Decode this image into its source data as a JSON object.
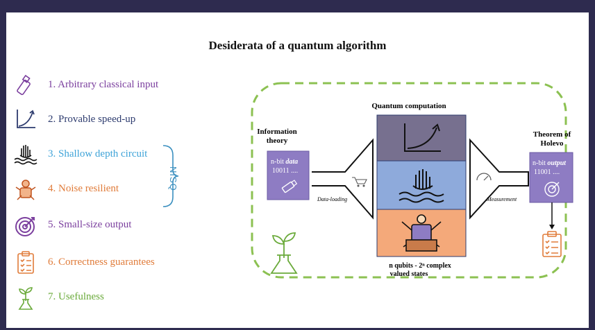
{
  "title": "Desiderata of a quantum algorithm",
  "desiderata": [
    {
      "label": "1. Arbitrary classical input",
      "color": "#7b3f9e",
      "icon": "usb-stick-icon"
    },
    {
      "label": "2. Provable speed-up",
      "color": "#2d3b6e",
      "icon": "growth-curve-icon"
    },
    {
      "label": "3. Shallow depth circuit",
      "color": "#3ea3d8",
      "icon": "drowning-hand-icon"
    },
    {
      "label": "4. Noise resilient",
      "color": "#e07b39",
      "icon": "wrestler-icon"
    },
    {
      "label": "5. Small-size output",
      "color": "#7b3f9e",
      "icon": "target-icon"
    },
    {
      "label": "6. Correctness guarantees",
      "color": "#e07b39",
      "icon": "clipboard-icon"
    },
    {
      "label": "7. Usefulness",
      "color": "#6aaa3a",
      "icon": "plant-flask-icon"
    }
  ],
  "nisq_label": "NISQ",
  "diagram": {
    "info_theory": "Information theory",
    "info_theory_lines": [
      "Information",
      "theory"
    ],
    "input_box": {
      "prefix": "n-bit ",
      "emph": "data",
      "bits": "10011 ...."
    },
    "data_loading": "Data-loading",
    "quantum_computation": "Quantum computation",
    "qubits_lines": [
      "n qubits - 2ⁿ complex",
      "valued states"
    ],
    "measurement": "Measurement",
    "holevo_lines": [
      "Theorem of",
      "Holevo"
    ],
    "output_box": {
      "prefix": "n-bit ",
      "emph": "output",
      "bits": "11001 ...."
    },
    "colors": {
      "dashed": "#8cc152",
      "block1": "#77708f",
      "block2": "#8eaadb",
      "block3": "#f4a97a",
      "box": "#8e7cc3"
    }
  }
}
